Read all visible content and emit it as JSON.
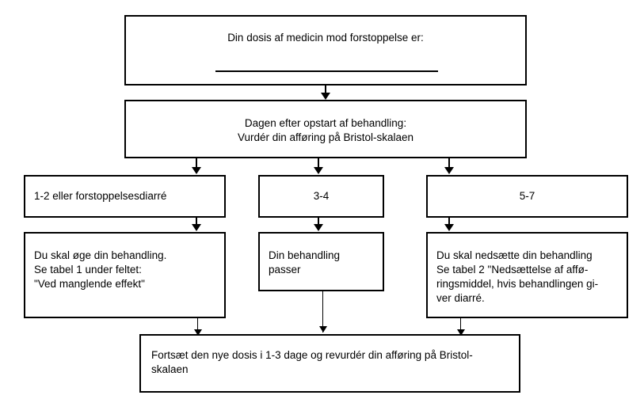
{
  "diagram": {
    "title": "Bristol-skala dosering flowchart",
    "language": "da",
    "colors": {
      "stroke": "#000000",
      "background": "#ffffff",
      "text": "#000000"
    },
    "nodes": {
      "dose": {
        "label": "Din dosis af medicin mod forstoppelse er:",
        "blank_line": ""
      },
      "assess": {
        "label": "Dagen efter opstart af behandling:\nVurdér din afføring på Bristol-skalaen"
      },
      "scale_low": {
        "label": "1-2 eller forstoppelsesdiarré"
      },
      "scale_mid": {
        "label": "3-4"
      },
      "scale_high": {
        "label": "5-7"
      },
      "action_low": {
        "label": "Du skal øge din behandling.\nSe tabel 1 under feltet:\n\"Ved manglende effekt\""
      },
      "action_mid": {
        "label": "Din behandling\npasser"
      },
      "action_high": {
        "label": "Du skal nedsætte din behandling\nSe tabel 2 \"Nedsættelse af affø-\nringsmiddel, hvis behandlingen gi-\nver diarré."
      },
      "followup": {
        "label": "Fortsæt den nye dosis i 1-3 dage og revurdér din afføring på Bristol-\nskalaen"
      }
    },
    "edges": [
      {
        "name": "dose-to-assess",
        "from": "dose",
        "to": "assess"
      },
      {
        "name": "assess-to-scale-low",
        "from": "assess",
        "to": "scale_low"
      },
      {
        "name": "assess-to-scale-mid",
        "from": "assess",
        "to": "scale_mid"
      },
      {
        "name": "assess-to-scale-high",
        "from": "assess",
        "to": "scale_high"
      },
      {
        "name": "scale-low-to-action-low",
        "from": "scale_low",
        "to": "action_low"
      },
      {
        "name": "scale-mid-to-action-mid",
        "from": "scale_mid",
        "to": "action_mid"
      },
      {
        "name": "scale-high-to-action-high",
        "from": "scale_high",
        "to": "action_high"
      },
      {
        "name": "action-low-to-followup",
        "from": "action_low",
        "to": "followup"
      },
      {
        "name": "action-mid-to-followup",
        "from": "action_mid",
        "to": "followup"
      },
      {
        "name": "action-high-to-followup",
        "from": "action_high",
        "to": "followup"
      }
    ]
  }
}
